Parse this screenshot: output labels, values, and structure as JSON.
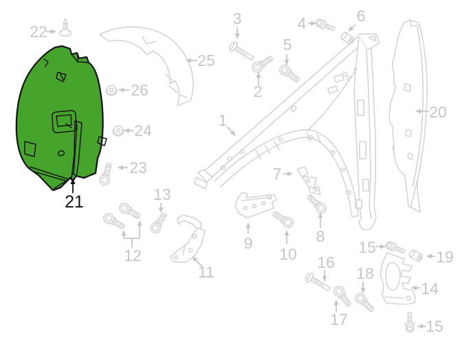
{
  "colors": {
    "background": "#ffffff",
    "outline": "#d4d4d4",
    "label": "#c6c6c6",
    "highlight_fill": "#46a42d",
    "highlight_stroke": "#161616",
    "selected_label": "#111111"
  },
  "selected_callout": "21",
  "callouts": {
    "c1": "1",
    "c2": "2",
    "c3": "3",
    "c4": "4",
    "c5": "5",
    "c6": "6",
    "c7": "7",
    "c8": "8",
    "c9": "9",
    "c10": "10",
    "c11": "11",
    "c12": "12",
    "c13": "13",
    "c14": "14",
    "c15a": "15",
    "c15b": "15",
    "c16": "16",
    "c17": "17",
    "c18": "18",
    "c19": "19",
    "c20": "20",
    "c21": "21",
    "c22": "22",
    "c23": "23",
    "c24": "24",
    "c25": "25",
    "c26": "26"
  },
  "glyphs": {
    "c1": "fender-panel-icon",
    "c2": "bolt-icon",
    "c3": "bolt-icon",
    "c4": "screw-icon",
    "c5": "bolt-icon",
    "c6": "grommet-clip-icon",
    "c7": "bracket-icon",
    "c8": "bolt-icon",
    "c9": "bracket-icon",
    "c10": "bolt-icon",
    "c11": "bracket-icon",
    "c12": "bolt-pair-icon",
    "c13": "bolt-icon",
    "c14": "bracket-icon",
    "c15a": "screw-icon",
    "c15b": "screw-icon",
    "c16": "bolt-icon",
    "c17": "bolt-icon",
    "c18": "bolt-icon",
    "c19": "grommet-clip-icon",
    "c20": "trim-strip-icon",
    "c21": "fender-liner-highlighted-icon",
    "c22": "push-pin-icon",
    "c23": "bolt-icon",
    "c24": "nut-icon",
    "c25": "arch-liner-icon",
    "c26": "nut-icon"
  }
}
